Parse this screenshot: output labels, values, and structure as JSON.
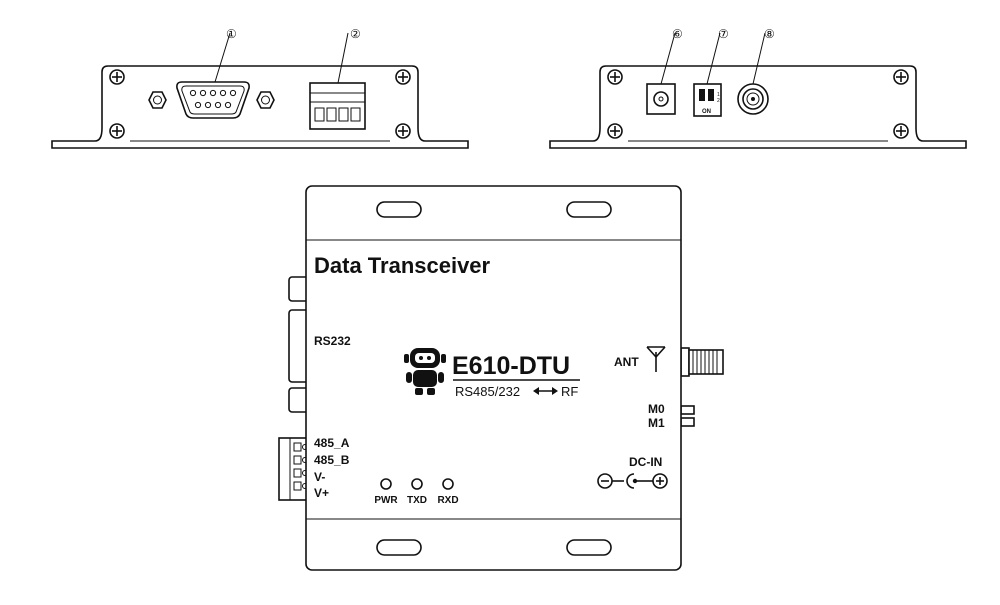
{
  "callouts": [
    "①",
    "②",
    "⑥",
    "⑦",
    "⑧"
  ],
  "device": {
    "title": "Data Transceiver",
    "model": "E610-DTU",
    "subtitle_left": "RS485/232",
    "subtitle_right": "RF",
    "rs232_label": "RS232",
    "ant_label": "ANT",
    "m0_label": "M0",
    "m1_label": "M1",
    "dcin_label": "DC-IN",
    "terminal_labels": [
      "485_A",
      "485_B",
      "V-",
      "V+"
    ],
    "leds": [
      "PWR",
      "TXD",
      "RXD"
    ]
  },
  "dip_label": "ON",
  "dip_numbers": [
    "1",
    "2"
  ]
}
